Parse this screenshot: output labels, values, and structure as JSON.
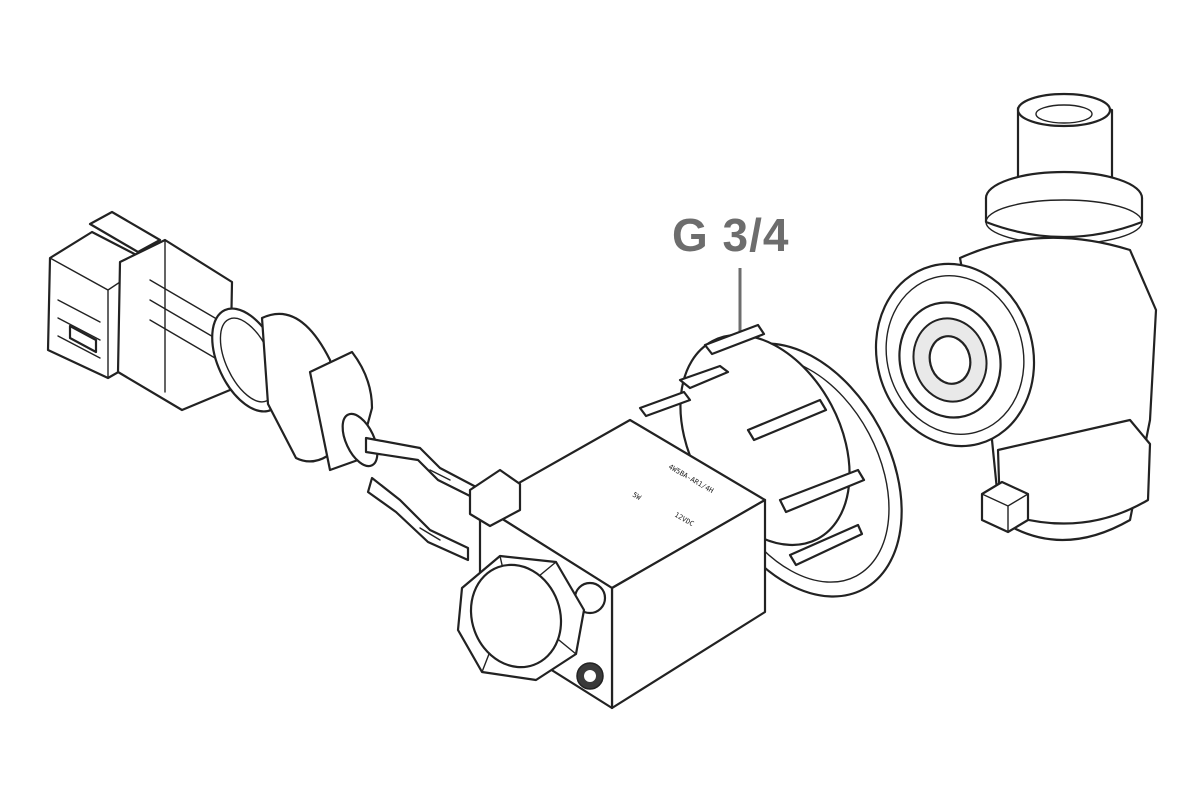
{
  "callout": {
    "label": "G 3/4",
    "color": "#6d6d6d"
  },
  "coil_marking": {
    "line1": "4W5BA-AR1/4H",
    "line2": "12VDC",
    "line3": "5W"
  },
  "colors": {
    "line": "#222222",
    "background": "#ffffff"
  }
}
